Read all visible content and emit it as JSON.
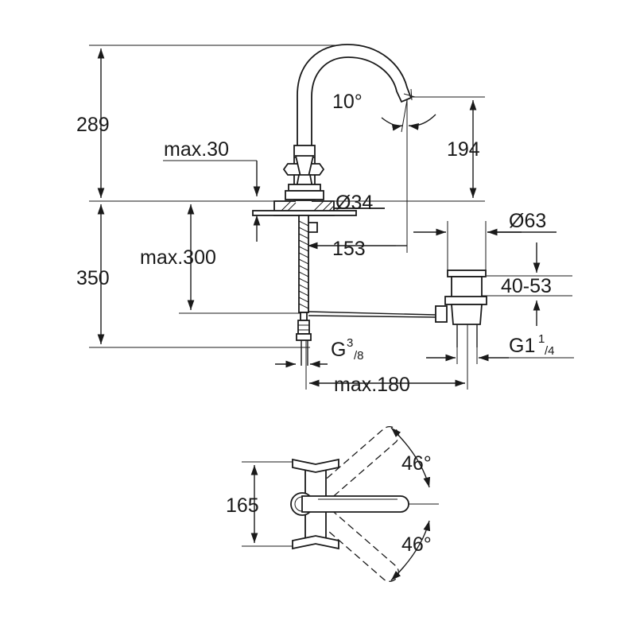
{
  "labels": {
    "height_289": "289",
    "angle_10": "10°",
    "height_194": "194",
    "max_30": "max.30",
    "dia_34": "Ø34",
    "dia_63": "Ø63",
    "reach_153": "153",
    "max_300": "max.300",
    "height_350": "350",
    "range_40_53": "40-53",
    "g38_main": "G",
    "g38_sup": "3",
    "g38_sub": "/8",
    "g114_main": "G1",
    "g114_sup": "1",
    "g114_sub": "/4",
    "max_180": "max.180",
    "width_165": "165",
    "angle_46_top": "46°",
    "angle_46_bottom": "46°"
  }
}
